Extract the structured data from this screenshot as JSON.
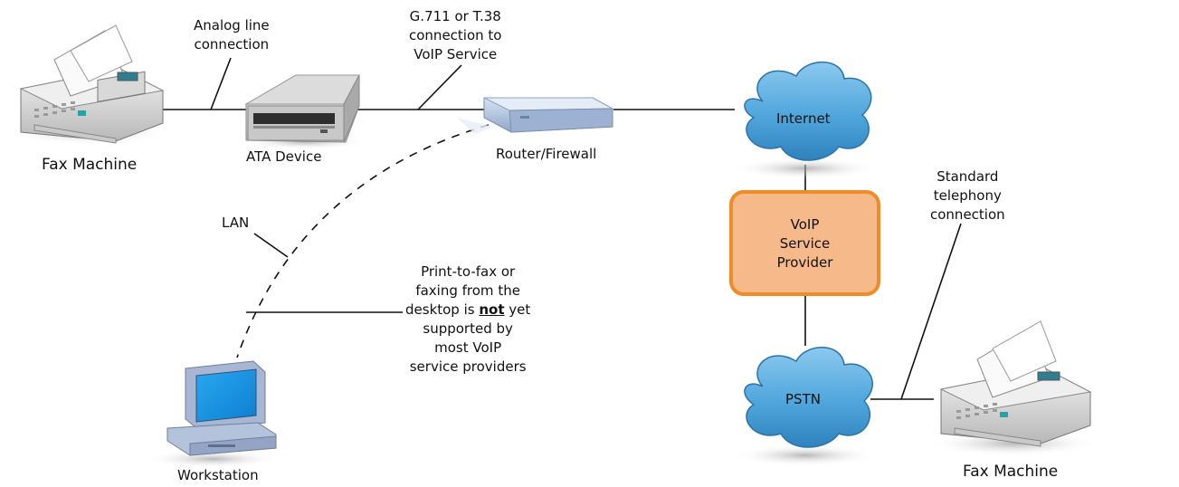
{
  "labels": {
    "fax_left": "Fax Machine",
    "analog_line": [
      "Analog line",
      "connection"
    ],
    "ata_device": "ATA Device",
    "g711": [
      "G.711 or T.38",
      "connection to",
      "VoIP Service"
    ],
    "router": "Router/Firewall",
    "internet": "Internet",
    "lan": "LAN",
    "print_to_fax": [
      "Print-to-fax or",
      "faxing from the"
    ],
    "desktop_is": "desktop is ",
    "not": "not",
    "yet": " yet",
    "print_to_fax_rest": [
      "supported by",
      "most VoIP",
      "service providers"
    ],
    "voip_provider": [
      "VoIP",
      "Service",
      "Provider"
    ],
    "standard_telephony": [
      "Standard",
      "telephony",
      "connection"
    ],
    "pstn": "PSTN",
    "workstation": "Workstation",
    "fax_right": "Fax Machine"
  },
  "colors": {
    "cloud": "#5aaee0",
    "cloud_dark": "#2f82bd",
    "provider_fill": "#f5b98a",
    "provider_border": "#f08c28",
    "line": "#111111"
  },
  "icons": [
    "fax-machine-icon",
    "ata-device-icon",
    "router-icon",
    "cloud-icon",
    "workstation-icon"
  ]
}
